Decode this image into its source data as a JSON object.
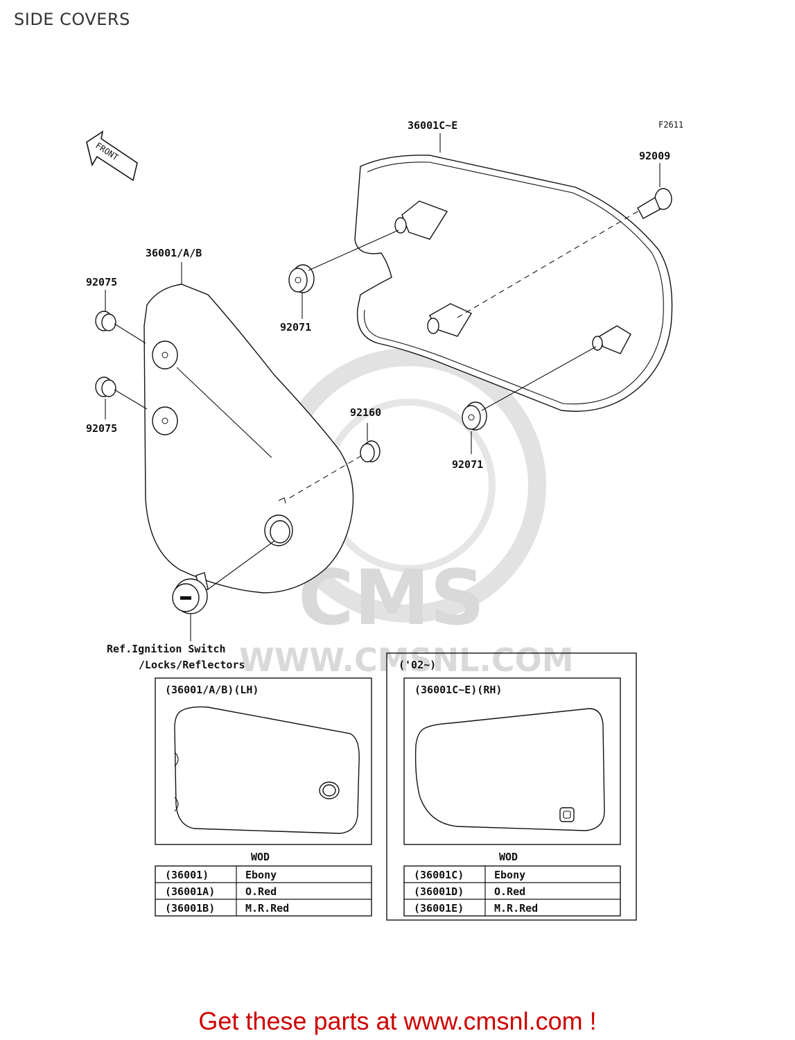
{
  "page_title": "SIDE COVERS",
  "figure_code": "F2611",
  "front_arrow_text": "FRONT",
  "watermark": {
    "brand": "CMS",
    "url": "WWW.CMSNL.COM"
  },
  "callouts": {
    "cover_rh": "36001C~E",
    "cover_lh": "36001/A/B",
    "bolt": "92009",
    "grommet_lh_top": "92075",
    "grommet_lh_bottom": "92075",
    "grommet_rh_front": "92071",
    "grommet_rh_rear": "92071",
    "damper": "92160",
    "ref_note_line1": "Ref.Ignition Switch",
    "ref_note_line2": "/Locks/Reflectors"
  },
  "lh_table": {
    "box_label": "(36001/A/B)(LH)",
    "header": "WOD",
    "rows": [
      {
        "code": "(36001)",
        "color": "Ebony"
      },
      {
        "code": "(36001A)",
        "color": "O.Red"
      },
      {
        "code": "(36001B)",
        "color": "M.R.Red"
      }
    ]
  },
  "rh_table": {
    "year_note": "('02~)",
    "box_label": "(36001C~E)(RH)",
    "header": "WOD",
    "rows": [
      {
        "code": "(36001C)",
        "color": "Ebony"
      },
      {
        "code": "(36001D)",
        "color": "O.Red"
      },
      {
        "code": "(36001E)",
        "color": "M.R.Red"
      }
    ]
  },
  "footer": {
    "cta": "Get these parts at www.cmsnl.com !"
  }
}
